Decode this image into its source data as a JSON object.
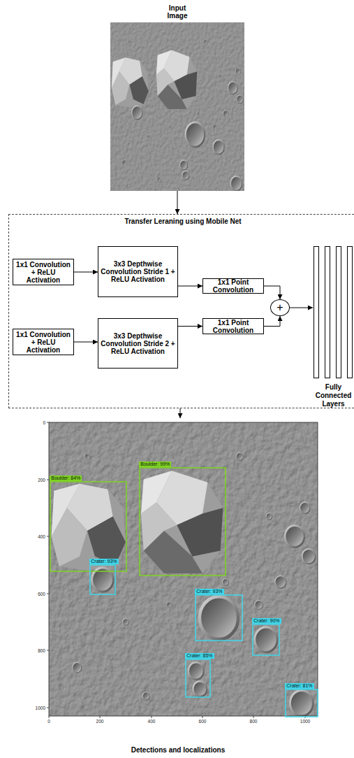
{
  "diagram": {
    "nodes": [
      {
        "text": [
          "Input Image"
        ]
      },
      {
        "text": [
          "Transfer Leraning using Mobile Net"
        ]
      },
      {
        "text": [
          "1x1 Convolution + ReLU Activation"
        ],
        "in": 1
      },
      {
        "text": [
          "3x3 Depthwise Convolution Stride 1 + ReLU Activation"
        ],
        "in": 1
      },
      {
        "text": [
          "1x1 Point Convolution"
        ],
        "in": 1
      },
      {
        "text": [
          "1x1 Convolution + ReLU Activation"
        ],
        "in": 1
      },
      {
        "text": [
          "3x3 Depthwise Convolution Stride 2 + ReLU Activation"
        ],
        "in": 1
      },
      {
        "text": [
          "1x1 Point Convolution"
        ],
        "in": 1
      },
      {
        "text": [
          "+"
        ],
        "in": 1
      },
      {
        "text": [
          "Fully Connected Layers"
        ],
        "in": 1
      },
      {
        "text": [
          "Detections and localizations"
        ]
      }
    ],
    "edges": [
      {
        "from": 0,
        "to": 1,
        "arrow": "to"
      },
      {
        "from": 2,
        "to": 3,
        "arrow": "to"
      },
      {
        "from": 3,
        "to": 4,
        "arrow": "to"
      },
      {
        "from": 5,
        "to": 6,
        "arrow": "to"
      },
      {
        "from": 6,
        "to": 7,
        "arrow": "to"
      },
      {
        "from": 4,
        "to": 8,
        "arrow": "to"
      },
      {
        "from": 7,
        "to": 8,
        "arrow": "to"
      },
      {
        "from": 8,
        "to": 9,
        "arrow": "to"
      },
      {
        "from": 1,
        "to": 10,
        "arrow": "to"
      }
    ],
    "labels": [
      "Boulder: 84%",
      "Boulder: 99%",
      "Crater: 93%",
      "Crater: 93%",
      "Crater: 90%",
      "Crater: 85%",
      "Crater: 81%",
      "0",
      "200",
      "400",
      "600",
      "800",
      "1000",
      "0",
      "200",
      "400",
      "600",
      "800",
      "1000"
    ]
  }
}
